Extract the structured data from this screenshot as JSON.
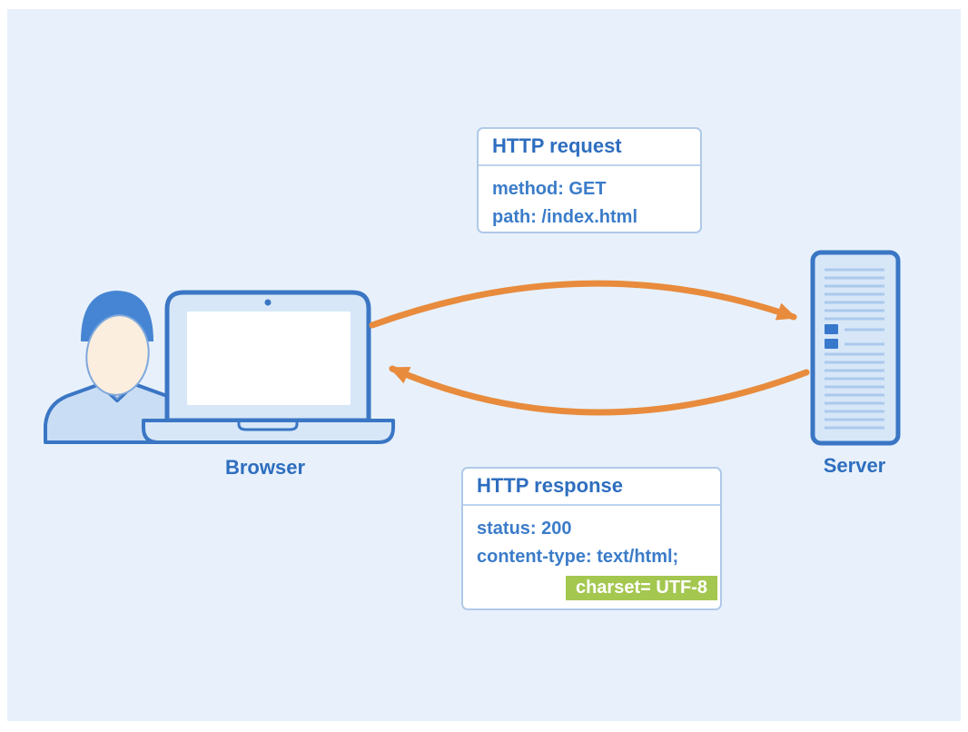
{
  "diagram": {
    "request_box": {
      "title": "HTTP request",
      "lines": [
        "method: GET",
        "path: /index.html"
      ]
    },
    "response_box": {
      "title": "HTTP response",
      "lines": [
        "status: 200",
        "content-type: text/html;"
      ],
      "highlight": "charset= UTF-8"
    },
    "browser_label": "Browser",
    "server_label": "Server"
  },
  "colors": {
    "background": "#E8F1FB",
    "page_margin": "#FFFFFF",
    "outline_blue": "#3A76C4",
    "device_fill": "#D7E7F8",
    "box_border": "#AFC9E8",
    "title_text": "#2E6EBF",
    "body_text": "#3B7CC9",
    "arrow_orange": "#E88B3D",
    "highlight_green": "#A4C750",
    "highlight_text": "#FFFFFF",
    "hair_blue": "#4685D3",
    "shirt_blue": "#C9DDF5",
    "skin": "#FBEEDE"
  }
}
